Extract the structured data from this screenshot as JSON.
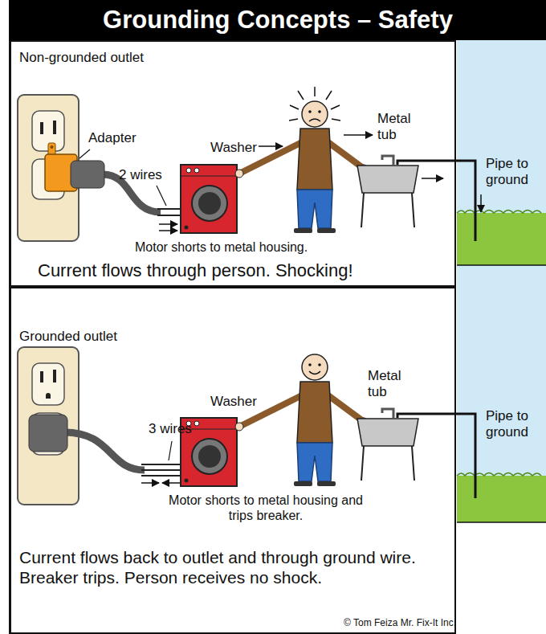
{
  "diagram": {
    "title": "Grounding Concepts – Safety",
    "nodes": [
      {
        "text": [
          "Non-grounded outlet",
          "Current flows through person. Shocking!"
        ]
      },
      {
        "text": [
          "Grounded outlet",
          "Current flows back to outlet and through ground wire. Breaker trips. Person receives no shock."
        ]
      }
    ],
    "labels": [
      "Adapter",
      "2 wires",
      "Washer",
      "Metal tub",
      "Pipe to ground",
      "Motor shorts to metal housing.",
      "3 wires",
      "Washer",
      "Metal tub",
      "Pipe to ground",
      "Motor shorts to metal housing and trips breaker.",
      "© Tom Feiza Mr. Fix-It Inc."
    ]
  }
}
